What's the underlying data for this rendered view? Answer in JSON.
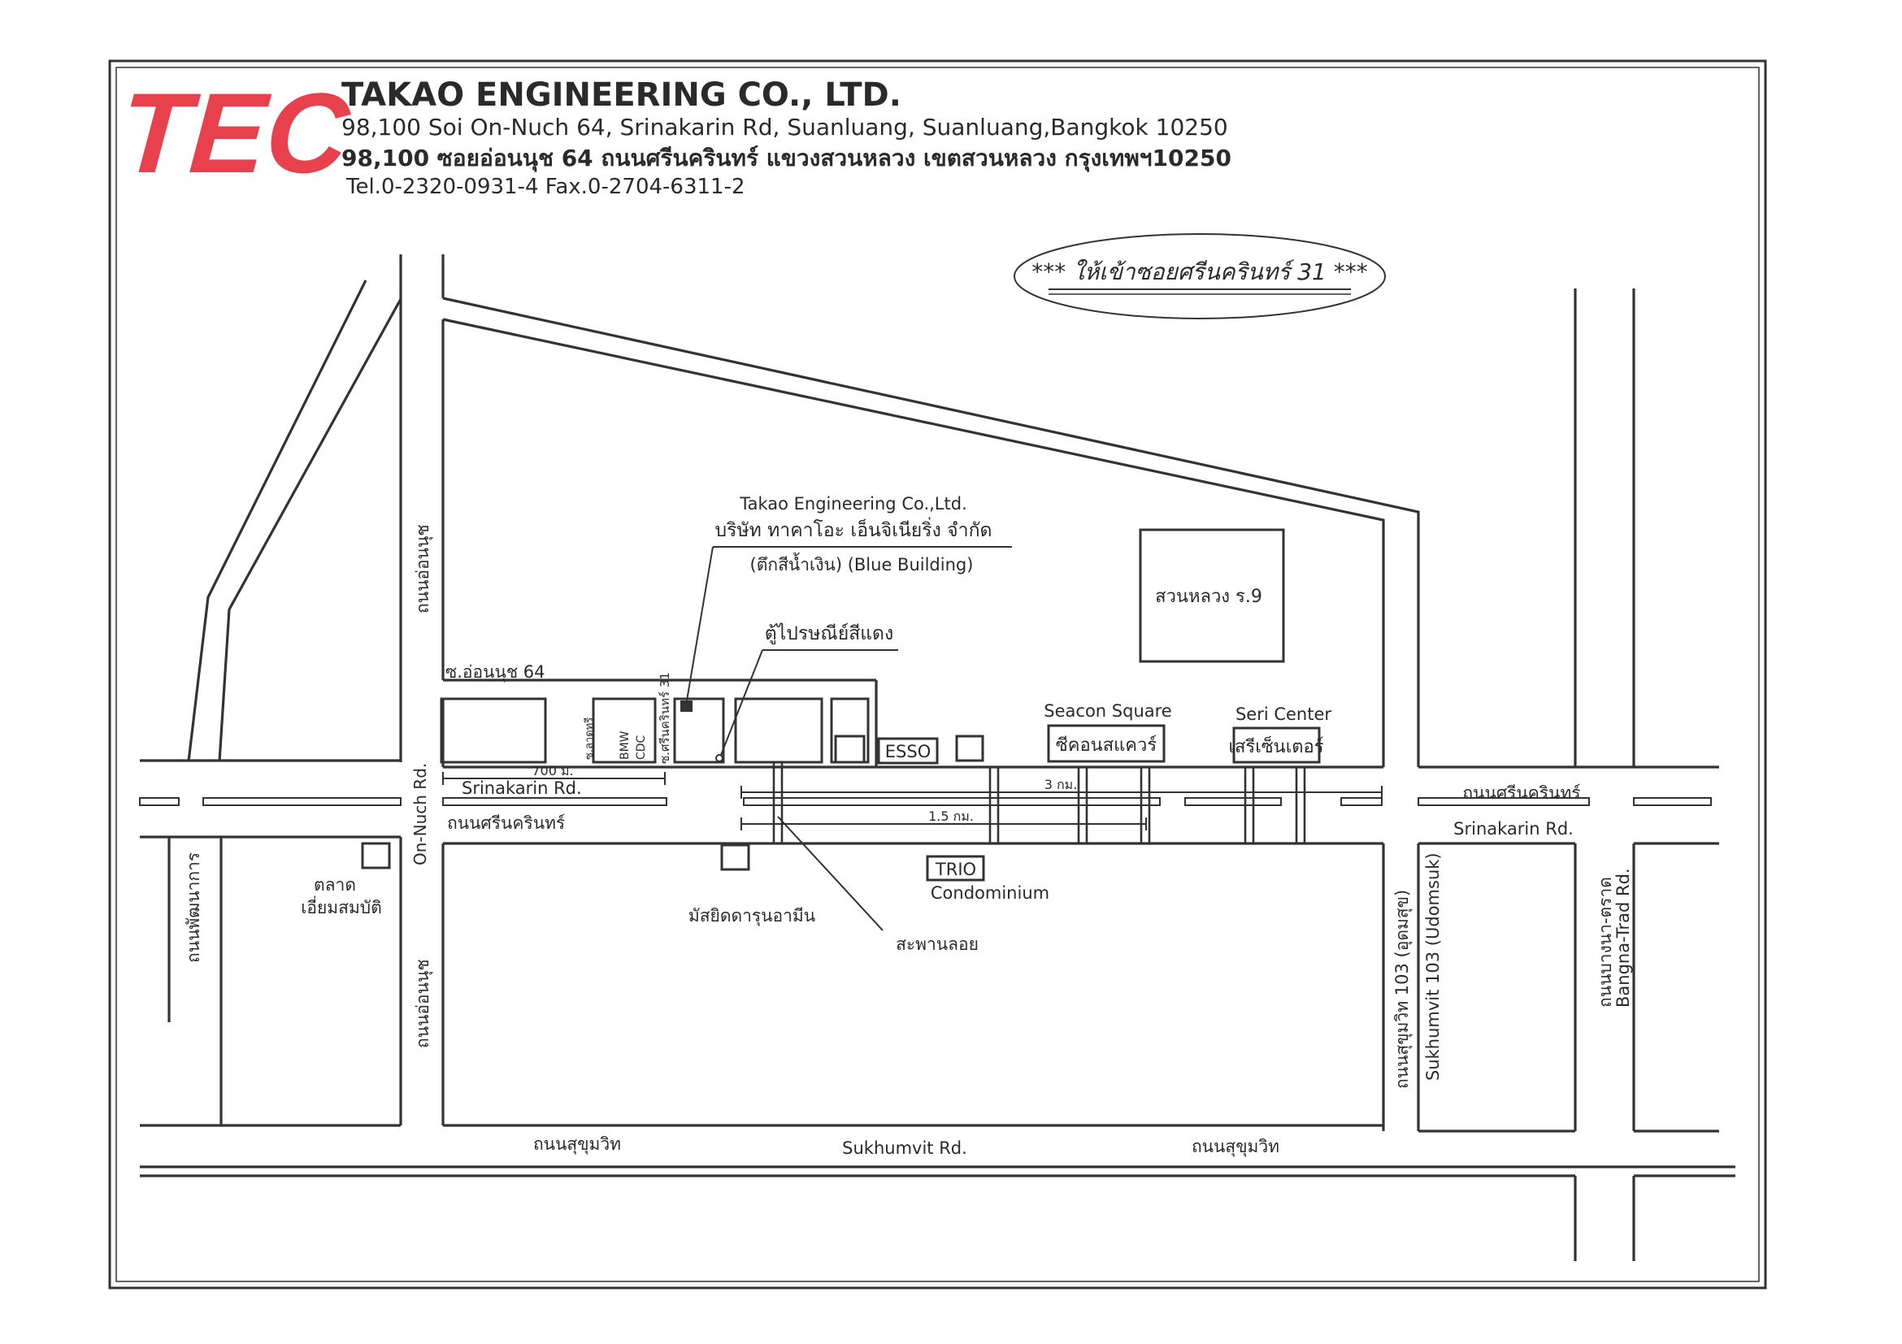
{
  "company": {
    "logo": "TEC",
    "name": "TAKAO ENGINEERING CO., LTD.",
    "address_en": "98,100 Soi On-Nuch 64, Srinakarin Rd, Suanluang, Suanluang,Bangkok 10250",
    "address_th": "98,100 ซอยอ่อนนุช 64 ถนนศรีนครินทร์ แขวงสวนหลวง เขตสวนหลวง กรุงเทพฯ10250",
    "contact": "Tel.0-2320-0931-4 Fax.0-2704-6311-2"
  },
  "note": "*** ให้เข้าซอยศรีนครินทร์ 31 ***",
  "colors": {
    "logo": "#e8404d",
    "ink": "#2a2a2a"
  },
  "landmarks": {
    "company_en": "Takao Engineering Co.,Ltd.",
    "company_th": "บริษัท ทาคาโอะ เอ็นจิเนียริ่ง จำกัด",
    "blue_building": "(ตึกสีน้ำเงิน) (Blue Building)",
    "mailbox": "ตู้ไปรษณีย์สีแดง",
    "suanluang": "สวนหลวง ร.9",
    "seacon_en": "Seacon Square",
    "seacon_th": "ซีคอนสแควร์",
    "seri_en": "Seri Center",
    "seri_th": "เสรีเซ็นเตอร์",
    "esso": "ESSO",
    "trio": "TRIO",
    "condominium": "Condominium",
    "market_line1": "ตลาด",
    "market_line2": "เอี่ยมสมบัติ",
    "mosque": "มัสยิดดารุนอามีน",
    "floating_bridge": "สะพานลอย",
    "bmw": "BMW",
    "cdc": "CDC",
    "soi_latsi": "ซ.ลาดทรี",
    "soi_srinakarin31": "ซ.ศรีนครินทร์ 31"
  },
  "roads": {
    "onnuch_th_top": "ถนนอ่อนนุช",
    "onnuch_th_bottom": "ถนนอ่อนนุช",
    "onnuch_en": "On-Nuch Rd.",
    "soi_onnuch64": "ซ.อ่อนนุช 64",
    "srinakarin_en_left": "Srinakarin Rd.",
    "srinakarin_th_left": "ถนนศรีนครินทร์",
    "srinakarin_th_right": "ถนนศรีนครินทร์",
    "srinakarin_en_right": "Srinakarin Rd.",
    "phatthanakan": "ถนนพัฒนาการ",
    "sukhumvit_th_left": "ถนนสุขุมวิท",
    "sukhumvit_en": "Sukhumvit Rd.",
    "sukhumvit_th_right": "ถนนสุขุมวิท",
    "soi103_th": "ถนนสุขุมวิท 103 (อุดมสุข)",
    "soi103_en": "Sukhumvit 103 (Udomsuk)",
    "bangna_th": "ถนนบางนา-ตราด",
    "bangna_en": "Bangna-Trad Rd."
  },
  "distances": {
    "d700": "700 ม.",
    "d3km": "3 กม.",
    "d15km": "1.5 กม."
  }
}
